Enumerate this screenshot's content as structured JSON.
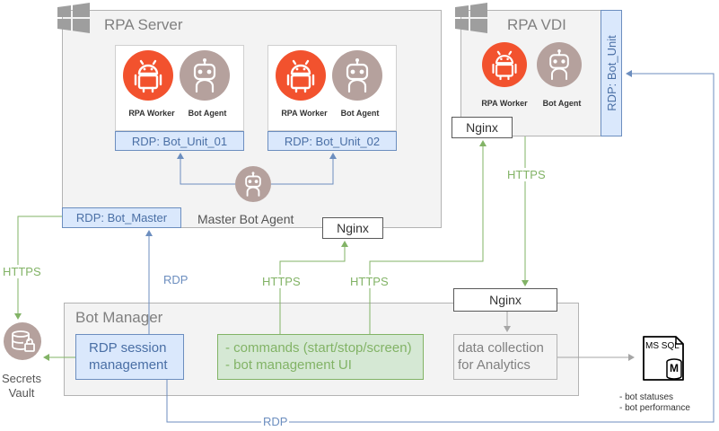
{
  "rpa_server": {
    "title": "RPA Server",
    "unit1": {
      "worker_label": "RPA Worker",
      "agent_label": "Bot Agent",
      "rdp": "RDP: Bot_Unit_01"
    },
    "unit2": {
      "worker_label": "RPA Worker",
      "agent_label": "Bot Agent",
      "rdp": "RDP: Bot_Unit_02"
    },
    "master_agent": "Master Bot Agent",
    "master_rdp": "RDP: Bot_Master",
    "nginx": "Nginx"
  },
  "rpa_vdi": {
    "title": "RPA VDI",
    "worker_label": "RPA Worker",
    "agent_label": "Bot Agent",
    "rdp_vertical": "RDP: Bot_Unit",
    "nginx": "Nginx"
  },
  "bot_manager": {
    "title": "Bot Manager",
    "nginx": "Nginx",
    "rdp_session": [
      "RDP session",
      "management"
    ],
    "commands": [
      "- commands (start/stop/screen)",
      "- bot management UI"
    ],
    "data_collection": [
      "data collection",
      "for Analytics"
    ]
  },
  "secrets_vault": {
    "label": [
      "Secrets",
      "Vault"
    ]
  },
  "ms_sql": {
    "label": "MS SQL",
    "letter": "M",
    "notes": [
      "- bot statuses",
      "- bot performance"
    ]
  },
  "connections": {
    "https_vault": "HTTPS",
    "rdp_master": "RDP",
    "https_nginx_server_a": "HTTPS",
    "https_nginx_server_b": "HTTPS",
    "https_vdi": "HTTPS",
    "rdp_bottom": "RDP"
  },
  "colors": {
    "green": "#82b366",
    "blue": "#6c8ebf",
    "orange": "#f2522e",
    "agent": "#b5a19d",
    "grey_arrow": "#a6a6a6"
  }
}
